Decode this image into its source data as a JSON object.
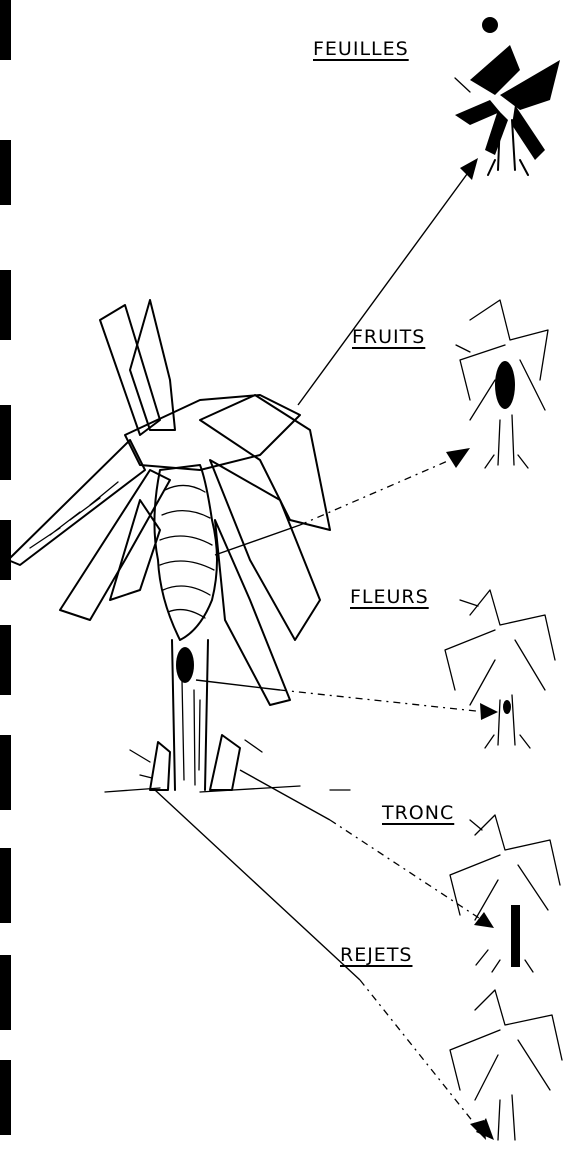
{
  "labels": {
    "feuilles": "FEUILLES",
    "fruits": "FRUITS",
    "fleurs": "FLEURS",
    "tronc": "TRONC",
    "rejets": "REJETS"
  },
  "colors": {
    "ink": "#000000",
    "paper": "#ffffff"
  }
}
